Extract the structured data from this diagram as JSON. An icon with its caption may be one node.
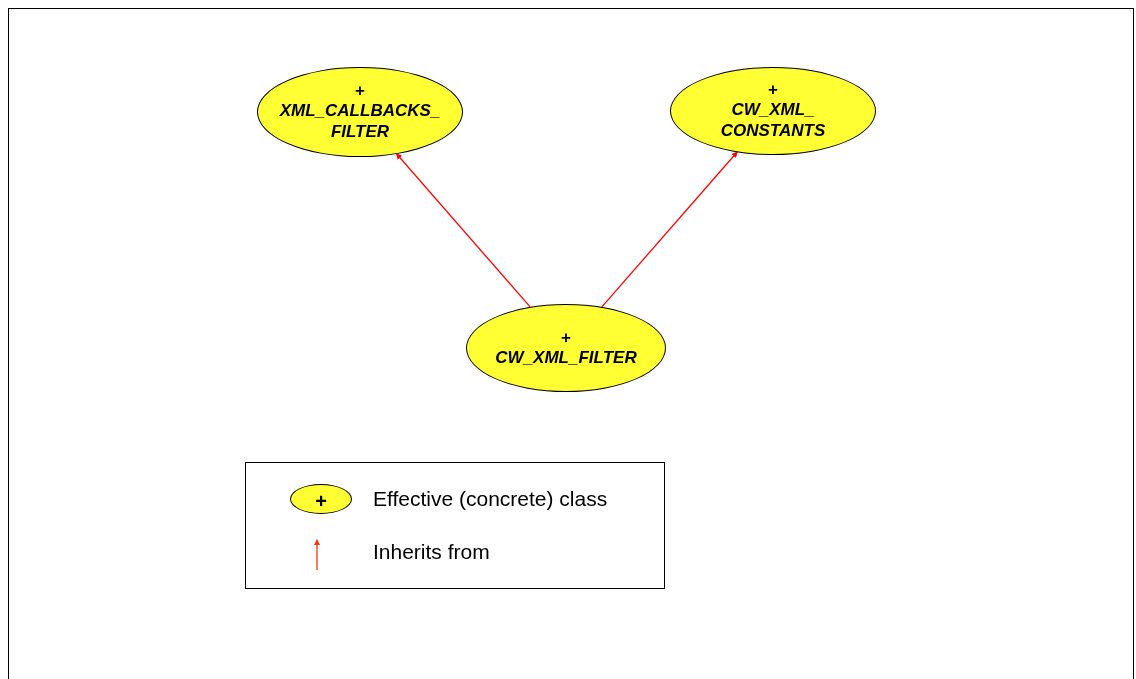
{
  "diagram": {
    "nodes": [
      {
        "text": [
          "+",
          "XML_CALLBACKS_ FILTER"
        ]
      },
      {
        "text": [
          "+",
          "CW_XML_ CONSTANTS"
        ]
      },
      {
        "text": [
          "+",
          "CW_XML_FILTER"
        ]
      }
    ],
    "edges": [
      {
        "from": 2,
        "to": 0,
        "arrow": "to"
      },
      {
        "from": 2,
        "to": 1,
        "arrow": "to"
      }
    ],
    "labels": [
      "+"
    ],
    "legend": [
      {
        "text": "Effective (concrete) class"
      },
      {
        "text": "Inherits from"
      }
    ]
  }
}
